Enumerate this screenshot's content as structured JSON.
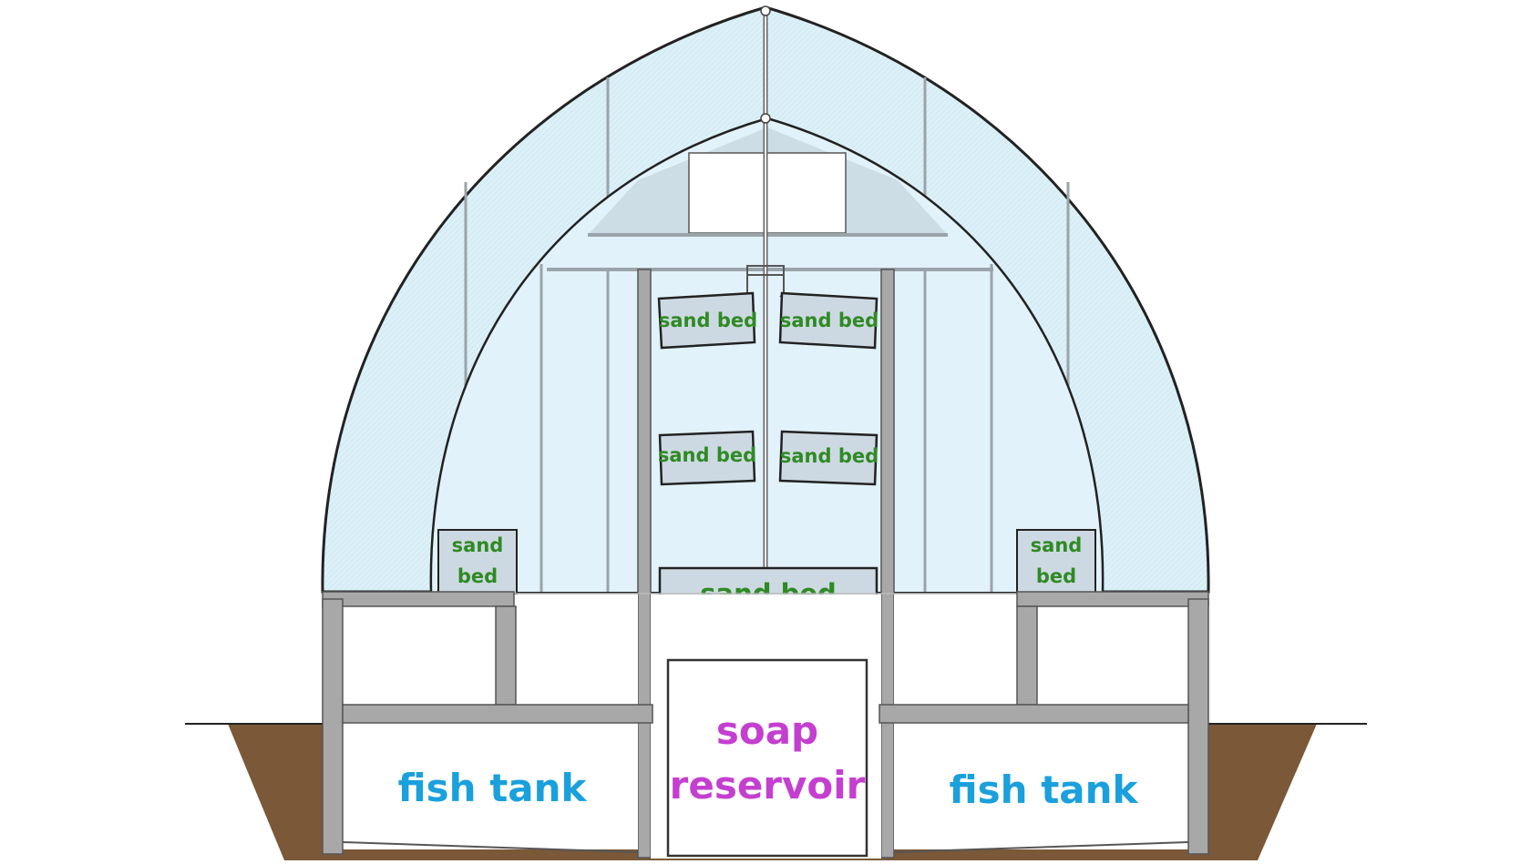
{
  "labels": {
    "sand_bed_upper_left": "sand bed",
    "sand_bed_upper_right": "sand bed",
    "sand_bed_mid_left": "sand bed",
    "sand_bed_mid_right": "sand bed",
    "sand_bed_bottom_center": "sand bed",
    "sand_bed_side_left_line1": "sand",
    "sand_bed_side_left_line2": "bed",
    "sand_bed_side_right_line1": "sand",
    "sand_bed_side_right_line2": "bed",
    "fish_tank_left": "fish tank",
    "fish_tank_right": "fish tank",
    "soap_reservoir_line1": "soap",
    "soap_reservoir_line2": "reservoir"
  },
  "colors": {
    "sand_bed_text": "#2f8a24",
    "fish_tank_text": "#1aa0dc",
    "soap_reservoir_text": "#c43fd0",
    "ground": "#7a5838",
    "glazing": "#dcf0f8",
    "frame": "#a8a8a8",
    "sand_bed_fill": "#cdd9e2"
  }
}
